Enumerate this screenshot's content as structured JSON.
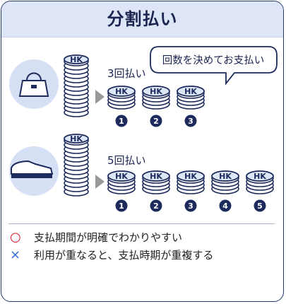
{
  "title": "分割払い",
  "speech_bubble": "回数を決めてお支払い",
  "coin_symbol": "HK",
  "row1": {
    "label": "3回払い",
    "numbers": [
      "1",
      "2",
      "3"
    ]
  },
  "row2": {
    "label": "5回払い",
    "numbers": [
      "1",
      "2",
      "3",
      "4",
      "5"
    ]
  },
  "legend": [
    {
      "mark": "○",
      "text": "支払期間が明確でわかりやすい",
      "color": "#e2182a"
    },
    {
      "mark": "×",
      "text": "利用が重なると、支払時期が重複する",
      "color": "#2d6fd6"
    }
  ],
  "colors": {
    "navy": "#1c2a5c",
    "coin_fill": "#dde7f8",
    "circle_bg": "#d6e0f4",
    "arrow": "#999999",
    "accent": "#2d6fd6",
    "alert": "#e2182a"
  }
}
